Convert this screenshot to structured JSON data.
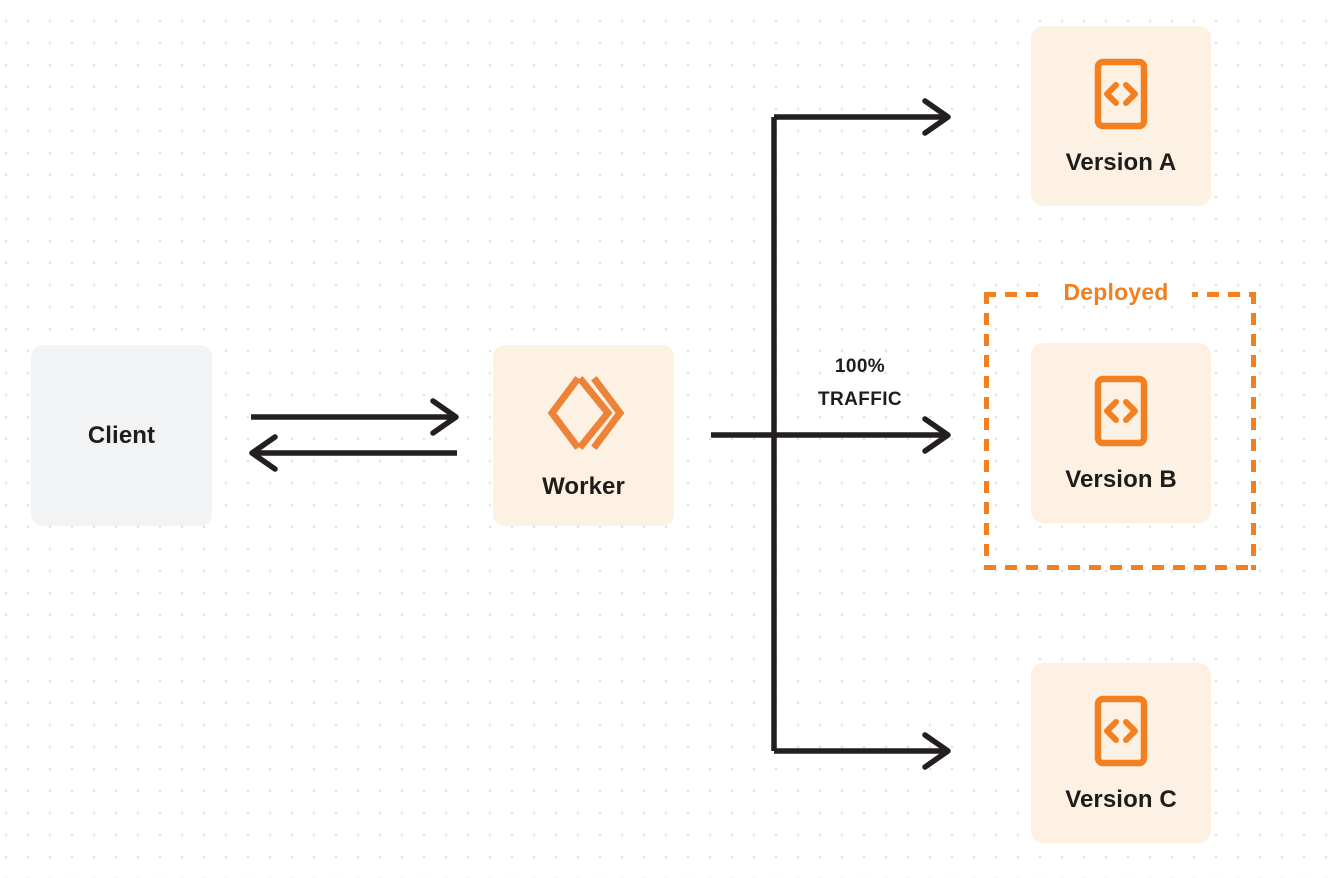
{
  "diagram": {
    "title": "Worker gradual deployment traffic routing",
    "background": {
      "color": "#ffffff",
      "dot_color": "#e4e4e6",
      "dot_spacing": 22
    },
    "colors": {
      "orange": "#f38020",
      "peach_fill": "#fdf1e3",
      "gray_fill": "#f2f3f5",
      "dark_text": "#1d1d1b",
      "line": "#231f20"
    },
    "nodes": {
      "client": {
        "label": "Client",
        "fill": "#f2f3f5"
      },
      "worker": {
        "label": "Worker",
        "icon": "cloudflare-workers-logo",
        "fill": "#fdf1e3"
      },
      "version_a": {
        "label": "Version A",
        "icon": "code-file-icon",
        "fill": "#fdf1e3"
      },
      "version_b": {
        "label": "Version B",
        "icon": "code-file-icon",
        "fill": "#fdf1e3"
      },
      "version_c": {
        "label": "Version C",
        "icon": "code-file-icon",
        "fill": "#fdf1e3"
      }
    },
    "group": {
      "deployed_label": "Deployed",
      "border_style": "dashed",
      "border_color": "#f38020",
      "contains": "version_b"
    },
    "edges": {
      "traffic": {
        "percent": "100%",
        "unit": "TRAFFIC"
      }
    }
  }
}
